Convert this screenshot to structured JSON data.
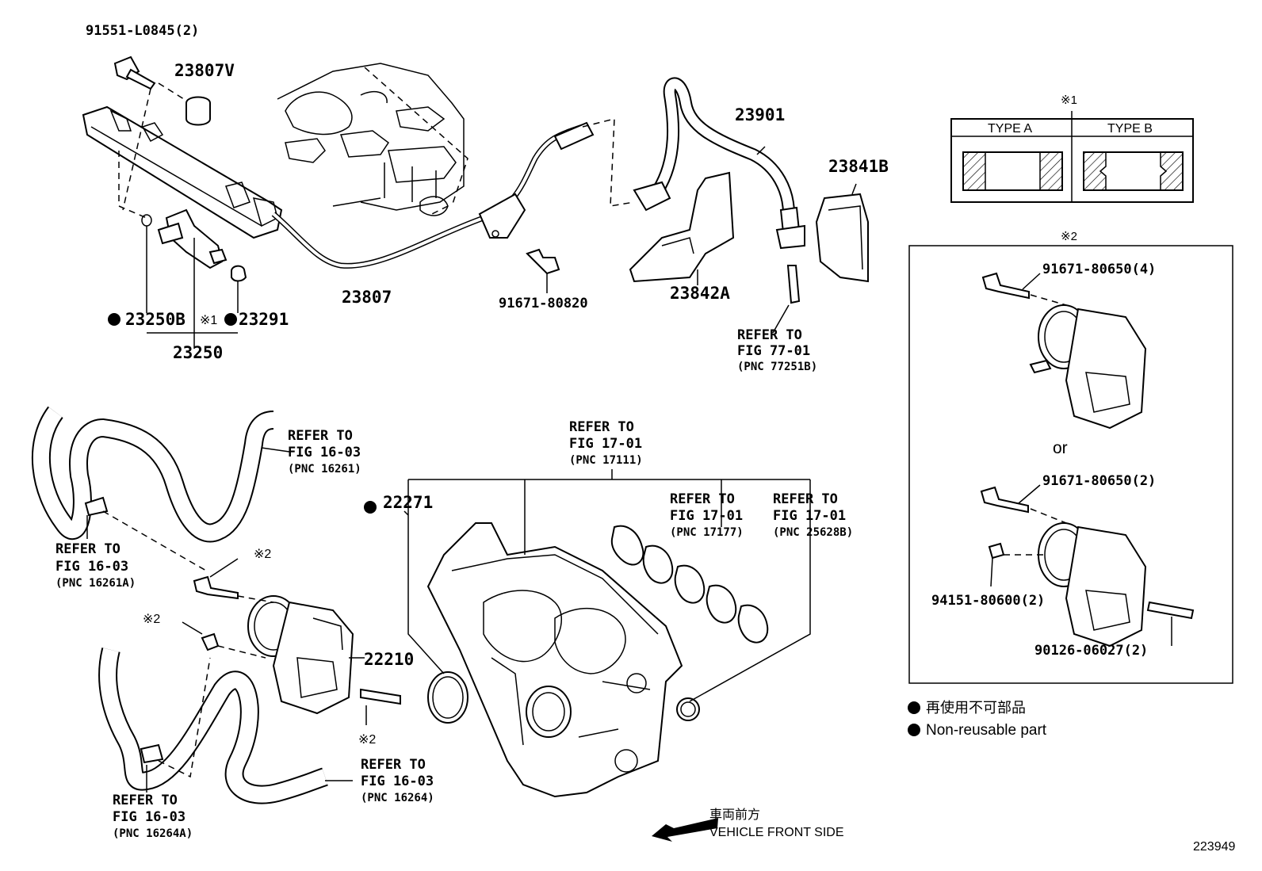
{
  "labels": {
    "bolt_top": "91551-L0845(2)",
    "p23807v": "23807V",
    "p23807": "23807",
    "p23250b": "23250B",
    "p23291": "23291",
    "p23250": "23250",
    "note1_inline": "※1",
    "bolt_mid": "91671-80820",
    "p23901": "23901",
    "p23841b": "23841B",
    "p23842a": "23842A",
    "p22271": "22271",
    "p22210": "22210",
    "note2_a": "※2",
    "note2_b": "※2",
    "note2_c": "※2",
    "figure_number": "223949"
  },
  "refs": {
    "r77": {
      "l1": "REFER TO",
      "l2": "FIG 77-01",
      "l3": "(PNC 77251B)"
    },
    "r16261": {
      "l1": "REFER TO",
      "l2": "FIG 16-03",
      "l3": "(PNC 16261)"
    },
    "r16261a": {
      "l1": "REFER TO",
      "l2": "FIG 16-03",
      "l3": "(PNC 16261A)"
    },
    "r17111": {
      "l1": "REFER TO",
      "l2": "FIG 17-01",
      "l3": "(PNC 17111)"
    },
    "r17177": {
      "l1": "REFER TO",
      "l2": "FIG 17-01",
      "l3": "(PNC 17177)"
    },
    "r25628b": {
      "l1": "REFER TO",
      "l2": "FIG 17-01",
      "l3": "(PNC 25628B)"
    },
    "r16264": {
      "l1": "REFER TO",
      "l2": "FIG 16-03",
      "l3": "(PNC 16264)"
    },
    "r16264a": {
      "l1": "REFER TO",
      "l2": "FIG 16-03",
      "l3": "(PNC 16264A)"
    }
  },
  "type_table": {
    "note": "※1",
    "type_a": "TYPE A",
    "type_b": "TYPE B"
  },
  "inset": {
    "note": "※2",
    "bolt4": "91671-80650(4)",
    "or_text": "or",
    "bolt2": "91671-80650(2)",
    "nut": "94151-80600(2)",
    "stud": "90126-06027(2)"
  },
  "legend": {
    "jp": "再使用不可部品",
    "en": "Non-reusable part"
  },
  "front": {
    "jp": "車両前方",
    "en": "VEHICLE FRONT SIDE"
  }
}
